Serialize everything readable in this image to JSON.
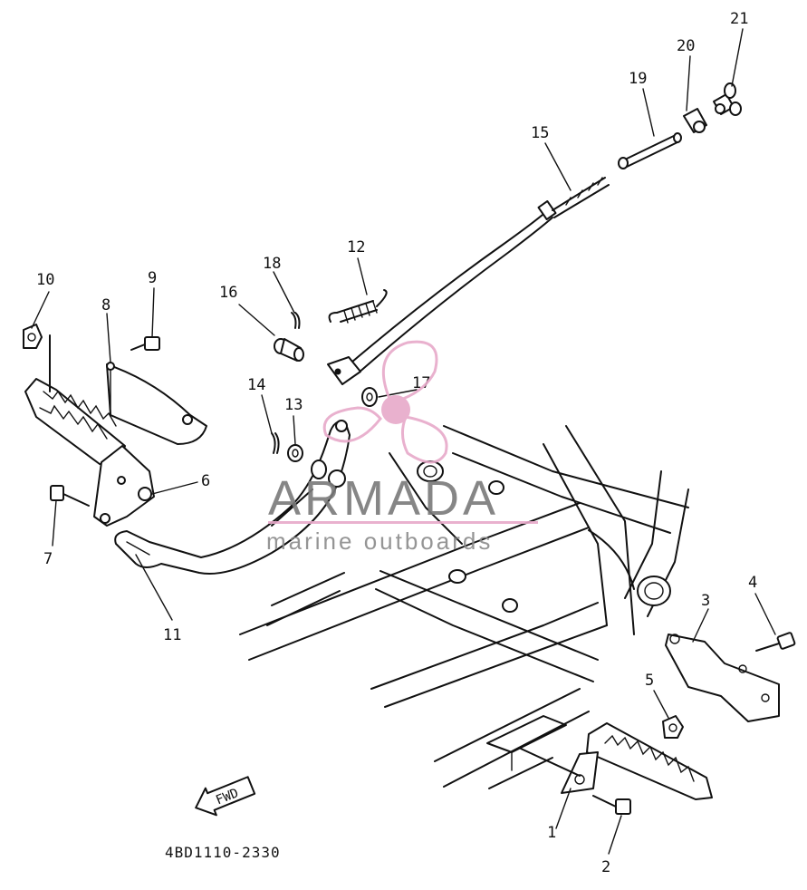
{
  "diagram": {
    "part_callouts": [
      "1",
      "2",
      "3",
      "4",
      "5",
      "6",
      "7",
      "8",
      "9",
      "10",
      "11",
      "12",
      "13",
      "14",
      "15",
      "16",
      "17",
      "18",
      "19",
      "20",
      "21"
    ],
    "direction_label": "FWD",
    "drawing_code": "4BD1110-2330"
  },
  "watermark": {
    "brand": "ARMADA",
    "tagline": "marine outboards",
    "accent_color": "#e7a9c9",
    "text_color": "#7a7a7a"
  }
}
